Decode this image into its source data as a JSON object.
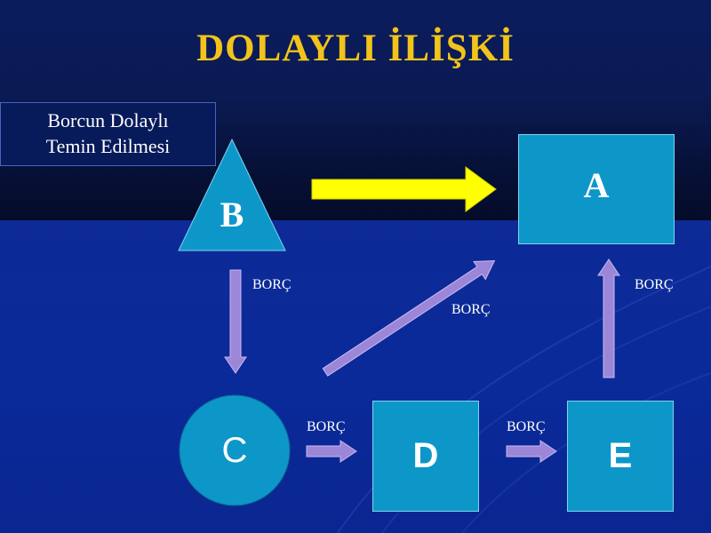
{
  "title": "DOLAYLI İLİŞKİ",
  "caption": {
    "line1": "Borcun Dolaylı",
    "line2": "Temin Edilmesi"
  },
  "nodes": {
    "A": "A",
    "B": "B",
    "C": "C",
    "D": "D",
    "E": "E"
  },
  "edge_labels": {
    "b_to_c": "BORÇ",
    "c_to_a": "BORÇ",
    "e_to_a": "BORÇ",
    "c_to_d": "BORÇ",
    "d_to_e": "BORÇ"
  },
  "colors": {
    "title": "#f2c31a",
    "node_fill": "#0d97c9",
    "arrow_fill": "#9c86d8",
    "highlight_arrow": "#ffff00"
  }
}
